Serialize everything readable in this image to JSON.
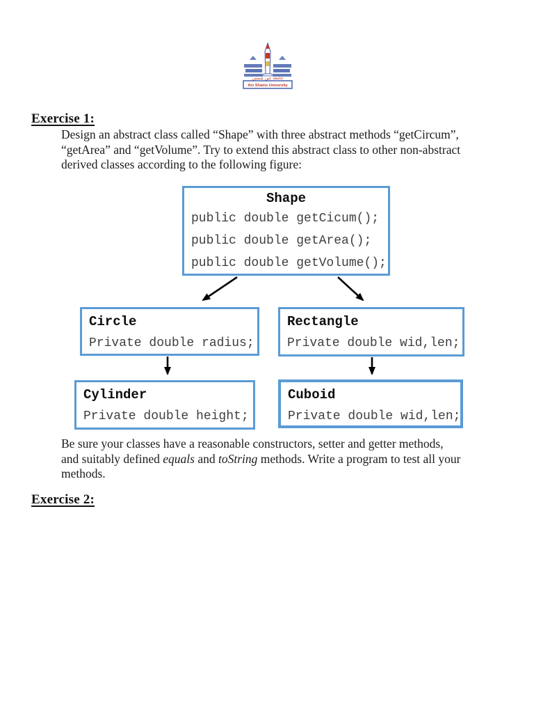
{
  "logo": {
    "arabic": "جامعة عين شمس",
    "name": "Ain Shams University"
  },
  "exercise1": {
    "heading": "Exercise 1:",
    "lines": [
      "Design an abstract class called “Shape” with three abstract methods “getCircum”,",
      "“getArea” and “getVolume”. Try to extend this abstract class to other non-abstract",
      "derived classes according to the following figure:"
    ]
  },
  "diagram": {
    "border_color": "#5b9bd5",
    "arrow_color": "#000000",
    "shape": {
      "title": "Shape",
      "members": [
        "public double getCicum();",
        "public double getArea();",
        "public double getVolume();"
      ]
    },
    "circle": {
      "title": "Circle",
      "members": [
        "Private double radius;"
      ]
    },
    "rectangle": {
      "title": "Rectangle",
      "members": [
        "Private double wid,len;"
      ]
    },
    "cylinder": {
      "title": "Cylinder",
      "members": [
        "Private double height;"
      ]
    },
    "cuboid": {
      "title": "Cuboid",
      "members": [
        "Private double wid,len;"
      ]
    }
  },
  "note": {
    "line1": "Be sure your classes have a reasonable constructors, setter and getter methods,",
    "line2_pre": "and suitably defined ",
    "line2_italic1": "equals",
    "line2_mid": " and ",
    "line2_italic2": "toString",
    "line2_post": " methods. Write a program to test all your",
    "line3": "methods."
  },
  "exercise2": {
    "heading": "Exercise 2:"
  }
}
